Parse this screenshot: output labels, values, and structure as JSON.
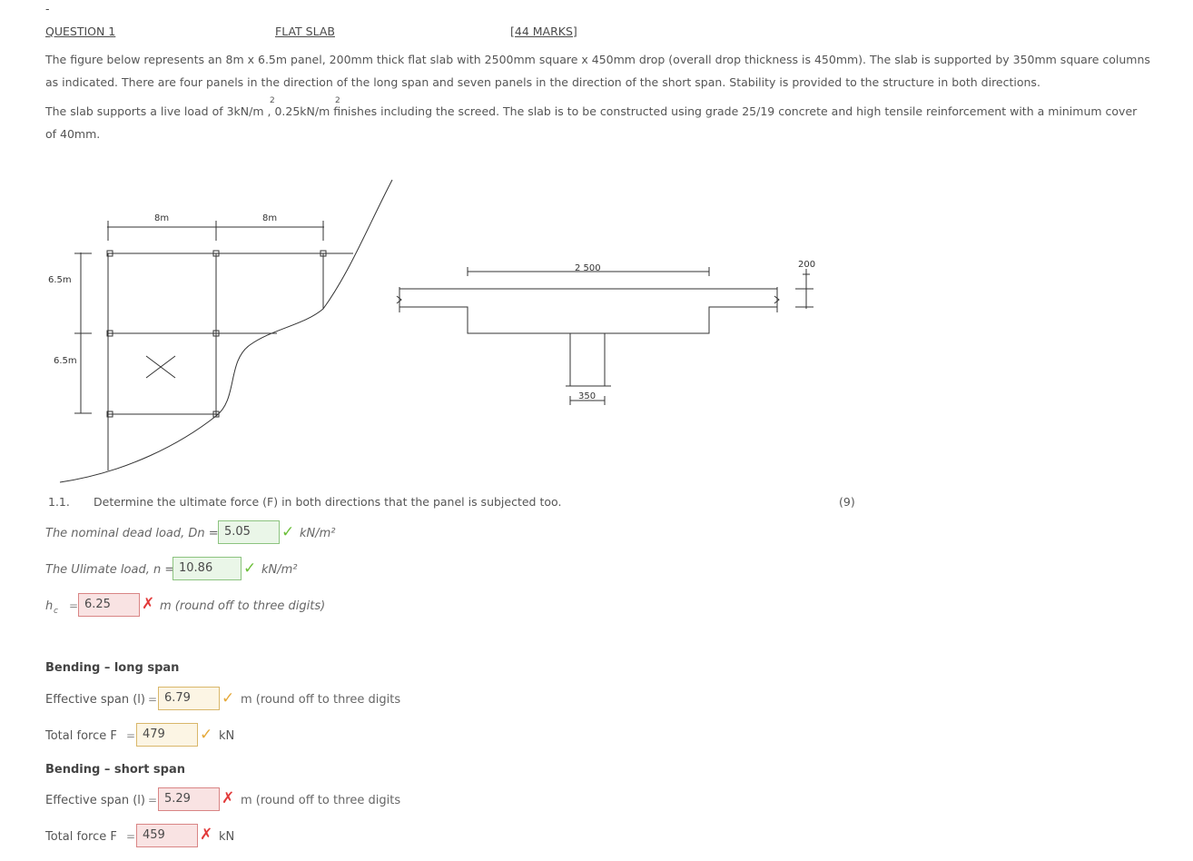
{
  "header": {
    "dash": "-",
    "question": "QUESTION 1",
    "topic": "FLAT SLAB",
    "marks": "[44 MARKS]"
  },
  "intro": {
    "line1": "The figure below represents an 8m x 6.5m panel, 200mm thick flat slab with 2500mm square x 450mm drop (overall drop thickness is 450mm). The slab is supported by 350mm square columns",
    "line2": "as indicated. There are four panels in the direction of the long span and seven panels in the direction of the short span. Stability is provided to the structure in both directions.",
    "line3": "The slab supports a live load of 3kN/m , 0.25kN/m  finishes including the screed. The slab is to be constructed using grade 25/19 concrete and high tensile reinforcement with a minimum cover",
    "sup1": "2",
    "sup2": "2",
    "line4": "of  40mm."
  },
  "plan": {
    "dim_top_left": "8m",
    "dim_top_right": "8m",
    "dim_left_top": "6.5m",
    "dim_left_bottom": "6.5m"
  },
  "section": {
    "drop_width": "2 500",
    "slab_thickness": "200",
    "column_width": "350"
  },
  "q11": {
    "number": "1.1.",
    "text": "Determine the ultimate force (F) in both directions that the panel is subjected too.",
    "marks": "(9)"
  },
  "answers": {
    "dead_load": {
      "label": "The nominal dead load, Dn =",
      "value": "5.05",
      "unit": "kN/m²",
      "status": "correct"
    },
    "ultimate_load": {
      "label": "The Ulimate load, n =",
      "value": "10.86",
      "unit": "kN/m²",
      "status": "correct"
    },
    "hc": {
      "label": "h",
      "sub": "c",
      "eq": "=",
      "value": "6.25",
      "unit": "m (round off to three digits)",
      "status": "incorrect"
    }
  },
  "long_span": {
    "heading": "Bending – long span",
    "eff_label": "Effective span (l)",
    "eff_eq": "=",
    "eff_value": "6.79",
    "eff_unit": "m (round off to three digits",
    "eff_status": "partial",
    "force_label": "Total force F",
    "force_eq": "=",
    "force_value": "479",
    "force_unit": "kN",
    "force_status": "partial"
  },
  "short_span": {
    "heading": "Bending – short span",
    "eff_label": "Effective span (l)",
    "eff_eq": "=",
    "eff_value": "5.29",
    "eff_unit": "m (round off to three digits",
    "eff_status": "incorrect",
    "force_label": "Total force F",
    "force_eq": "=",
    "force_value": "459",
    "force_unit": "kN",
    "force_status": "incorrect"
  },
  "colors": {
    "correct": "#6cbf3a",
    "partial": "#e5a93a",
    "incorrect": "#e23b3b"
  }
}
